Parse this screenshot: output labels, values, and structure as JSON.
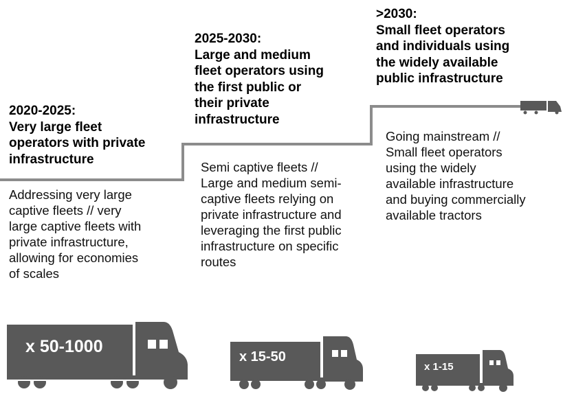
{
  "stages": [
    {
      "title": "2020-2025:\nVery large fleet\noperators with private\ninfrastructure",
      "description": "Addressing very large\ncaptive fleets // very\nlarge captive fleets with\nprivate infrastructure,\nallowing for economies\nof scales"
    },
    {
      "title": "2025-2030:\nLarge and medium\nfleet operators using\nthe first public or\ntheir private\ninfrastructure",
      "description": "Semi captive fleets //\nLarge and medium semi-\ncaptive fleets relying on\nprivate infrastructure and\nleveraging the first public\ninfrastructure on specific\nroutes"
    },
    {
      "title": ">2030:\nSmall fleet operators\nand individuals using\nthe widely available\npublic infrastructure",
      "description": "Going mainstream //\nSmall fleet operators\nusing the widely\navailable infrastructure\nand buying commercially\navailable tractors"
    }
  ],
  "trucks": [
    {
      "label": "x 50-1000",
      "icon": "large-truck-icon"
    },
    {
      "label": "x 15-50",
      "icon": "medium-truck-icon"
    },
    {
      "label": "x 1-15",
      "icon": "small-truck-icon"
    }
  ],
  "colors": {
    "line": "#8c8c8c",
    "truck": "#595959",
    "label": "#ffffff"
  }
}
